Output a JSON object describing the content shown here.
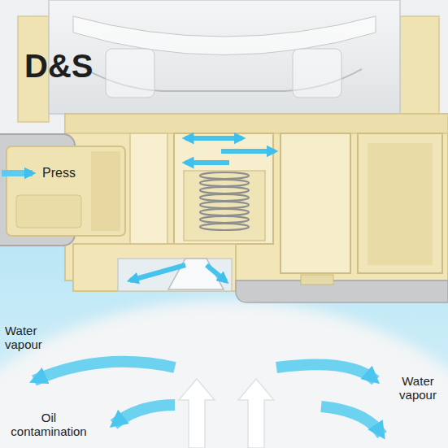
{
  "diagram": {
    "labels": [
      "D&S",
      "Press",
      "Water vapour",
      "Oil contamination",
      "Water vapour"
    ]
  }
}
